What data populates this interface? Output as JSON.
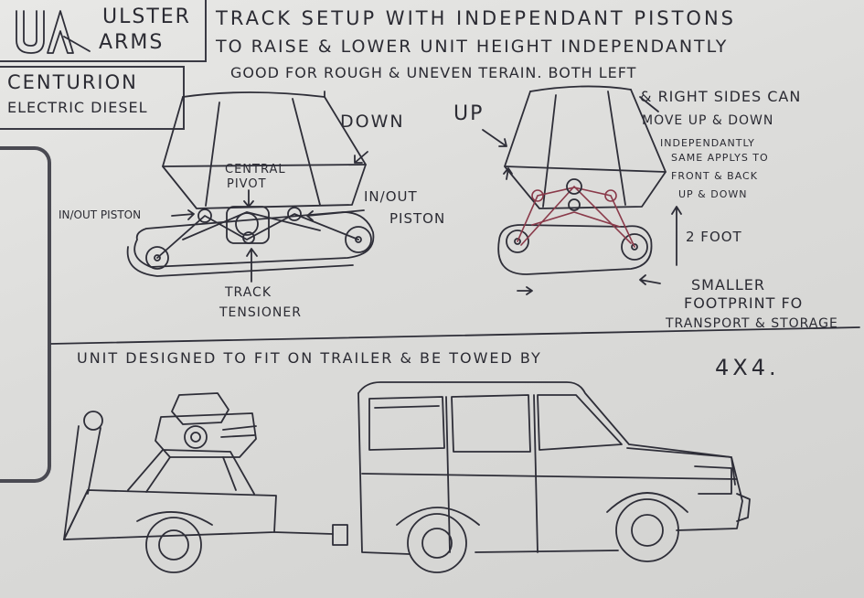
{
  "logo": {
    "line1": "ULSTER",
    "line2": "ARMS",
    "monogram": "UA"
  },
  "product": {
    "name": "CENTURION",
    "type": "ELECTRIC DIESEL"
  },
  "header": {
    "line1": "TRACK SETUP WITH INDEPENDANT PISTONS",
    "line2": "TO RAISE & LOWER UNIT HEIGHT INDEPENDANTLY",
    "line3": "GOOD FOR ROUGH & UNEVEN TERAIN. BOTH LEFT"
  },
  "side_note": {
    "line1": "& RIGHT SIDES CAN",
    "line2": "MOVE UP & DOWN",
    "line3": "INDEPENDANTLY",
    "line4": "SAME APPLYS TO",
    "line5": "FRONT & BACK",
    "line6": "UP & DOWN"
  },
  "labels": {
    "down": "DOWN",
    "up": "UP",
    "central_pivot_1": "CENTRAL",
    "central_pivot_2": "PIVOT",
    "in_out_piston_left": "IN/OUT PISTON",
    "in_out_piston_right_1": "IN/OUT",
    "in_out_piston_right_2": "PISTON",
    "track_tensioner_1": "TRACK",
    "track_tensioner_2": "TENSIONER",
    "two_foot": "2 FOOT",
    "footprint_1": "SMALLER",
    "footprint_2": "FOOTPRINT FO",
    "footprint_3": "TRANSPORT & STORAGE"
  },
  "bottom_note": {
    "text": "UNIT DESIGNED TO FIT ON TRAILER & BE TOWED BY",
    "vehicle": "4X4."
  },
  "colors": {
    "ink": "#2e2e38",
    "red_ink": "#8a3a4a",
    "paper": "#e2e2e0"
  }
}
